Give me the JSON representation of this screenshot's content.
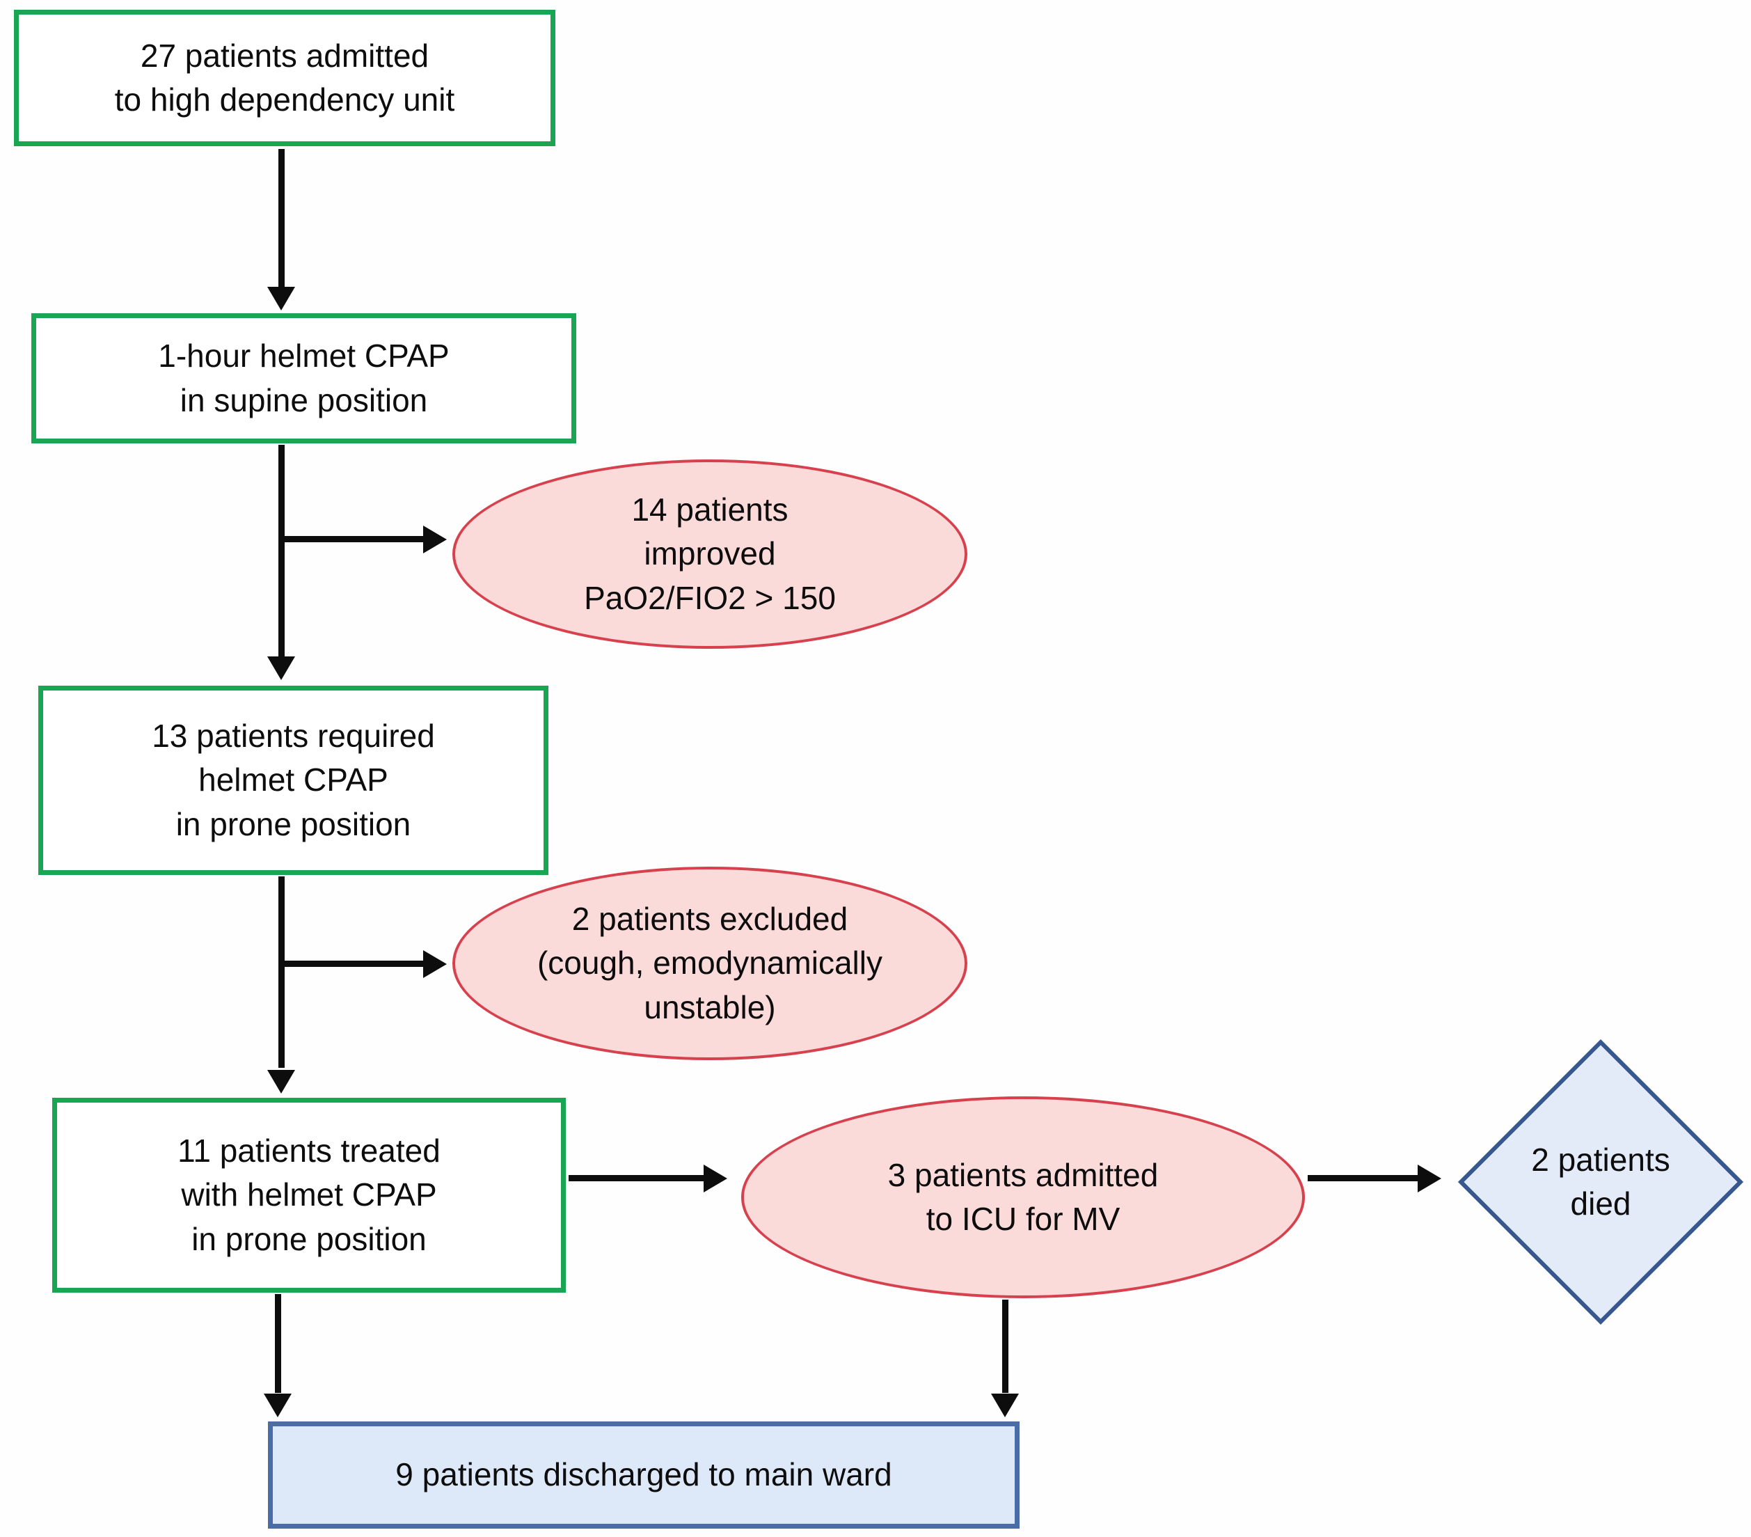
{
  "figure": {
    "type": "patient-flow-diagram",
    "background": "#fefefe"
  },
  "colors": {
    "process_border": "#19a551",
    "process_fill": "#ffffff",
    "outcome_border": "#d7414e",
    "outcome_fill": "#fbdada",
    "diamond_border": "#36588e",
    "diamond_fill": "#e3ebf8",
    "terminal_border": "#4a6da8",
    "terminal_fill": "#dde9f8",
    "arrow": "#0d0d0d",
    "text": "#0d0d0d"
  },
  "nodes": {
    "admitted": {
      "shape": "rect",
      "lines": [
        "27 patients admitted",
        "to high dependency unit"
      ]
    },
    "supine": {
      "shape": "rect",
      "lines": [
        "1-hour helmet CPAP",
        "in supine position"
      ]
    },
    "improved": {
      "shape": "ellipse",
      "lines": [
        "14 patients",
        "improved",
        "PaO2/FIO2 > 150"
      ]
    },
    "required": {
      "shape": "rect",
      "lines": [
        "13 patients required",
        "helmet CPAP",
        "in prone position"
      ]
    },
    "excluded": {
      "shape": "ellipse",
      "lines": [
        "2 patients excluded",
        "(cough, emodynamically",
        "unstable)"
      ]
    },
    "treated": {
      "shape": "rect",
      "lines": [
        "11 patients treated",
        "with helmet CPAP",
        "in prone position"
      ]
    },
    "icu": {
      "shape": "ellipse",
      "lines": [
        "3 patients admitted",
        "to ICU for MV"
      ]
    },
    "died": {
      "shape": "diamond",
      "lines": [
        "2 patients",
        "died"
      ]
    },
    "discharged": {
      "shape": "rect",
      "lines": [
        "9 patients discharged to main ward"
      ]
    }
  },
  "edges": [
    {
      "from": "admitted",
      "to": "supine"
    },
    {
      "from": "supine",
      "to": "improved"
    },
    {
      "from": "supine",
      "to": "required"
    },
    {
      "from": "required",
      "to": "excluded"
    },
    {
      "from": "required",
      "to": "treated"
    },
    {
      "from": "treated",
      "to": "icu"
    },
    {
      "from": "treated",
      "to": "discharged"
    },
    {
      "from": "icu",
      "to": "died"
    },
    {
      "from": "icu",
      "to": "discharged"
    }
  ]
}
